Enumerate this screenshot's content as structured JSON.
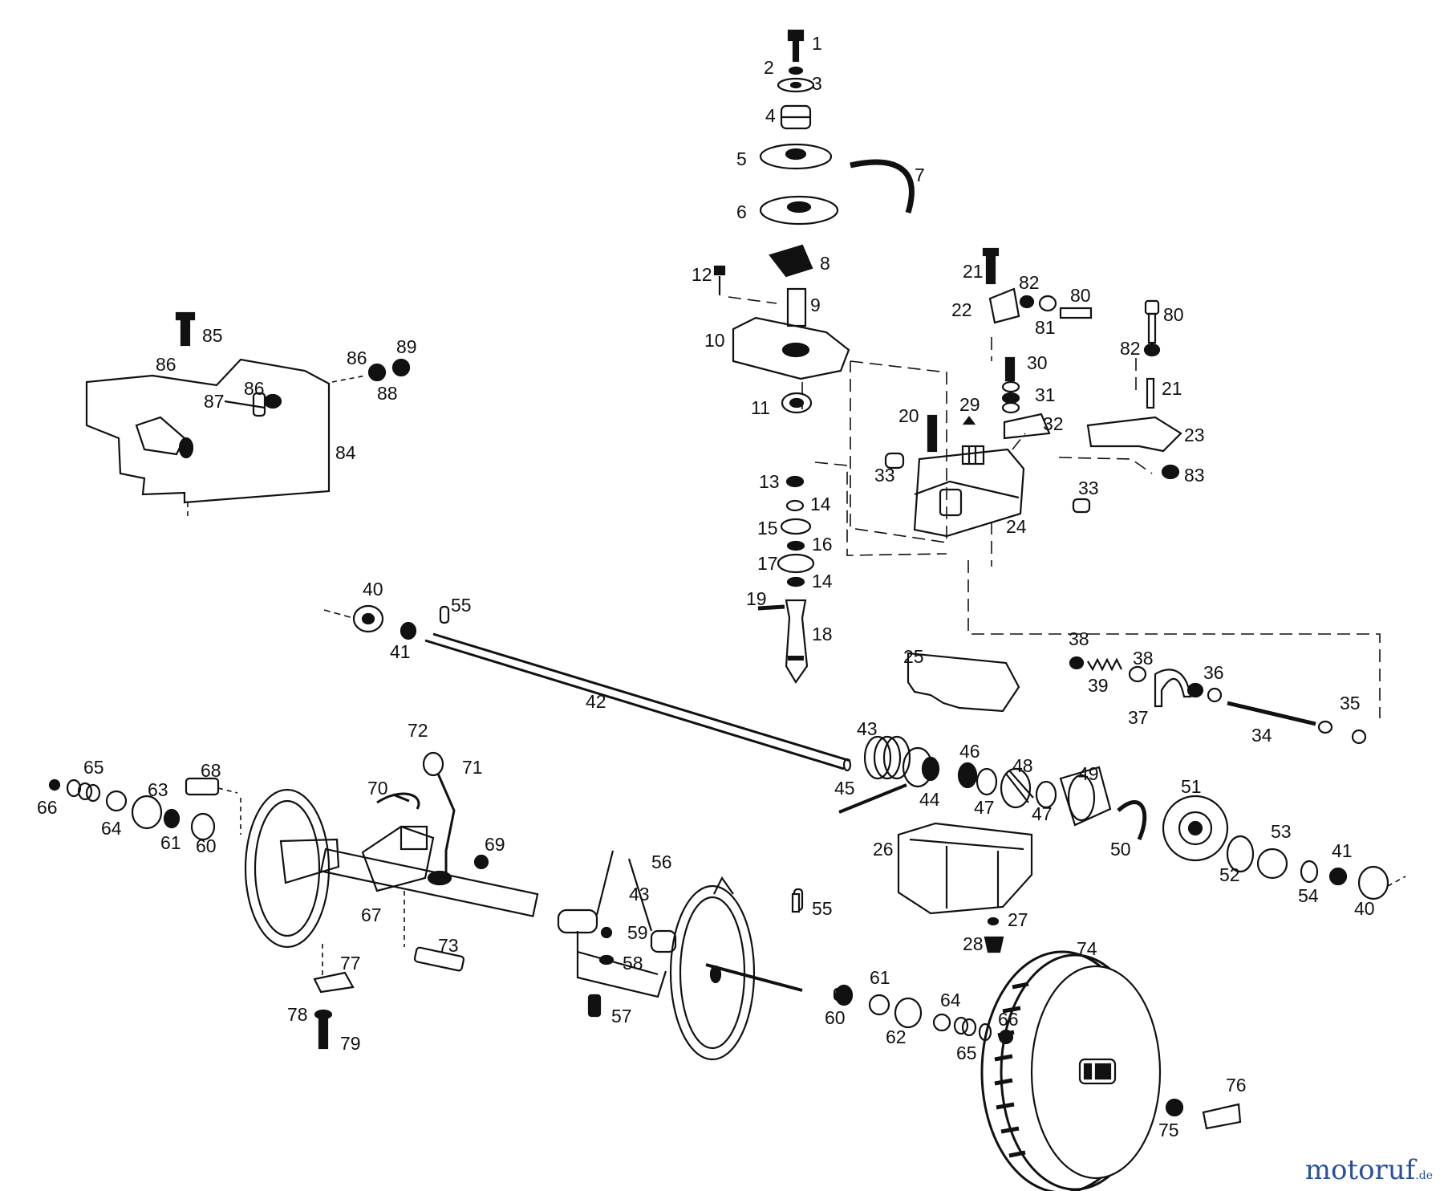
{
  "labels": [
    "1",
    "2",
    "3",
    "4",
    "5",
    "6",
    "7",
    "8",
    "9",
    "10",
    "11",
    "12",
    "13",
    "14",
    "15",
    "16",
    "17",
    "14",
    "18",
    "19",
    "20",
    "21",
    "22",
    "82",
    "80",
    "81",
    "29",
    "30",
    "31",
    "32",
    "33",
    "33",
    "24",
    "80",
    "82",
    "21",
    "23",
    "83",
    "25",
    "38",
    "39",
    "38",
    "37",
    "36",
    "34",
    "35",
    "40",
    "55",
    "41",
    "42",
    "43",
    "46",
    "48",
    "49",
    "51",
    "44",
    "45",
    "47",
    "47",
    "50",
    "53",
    "52",
    "54",
    "41",
    "40",
    "26",
    "27",
    "28",
    "85",
    "86",
    "89",
    "86",
    "88",
    "87",
    "86",
    "84",
    "65",
    "66",
    "64",
    "63",
    "61",
    "60",
    "68",
    "72",
    "71",
    "70",
    "69",
    "67",
    "56",
    "43",
    "59",
    "58",
    "57",
    "73",
    "77",
    "78",
    "79",
    "55",
    "61",
    "60",
    "62",
    "64",
    "65",
    "66",
    "74",
    "75",
    "76"
  ],
  "watermark": {
    "brand": "motoruf",
    "tld": ".de"
  }
}
